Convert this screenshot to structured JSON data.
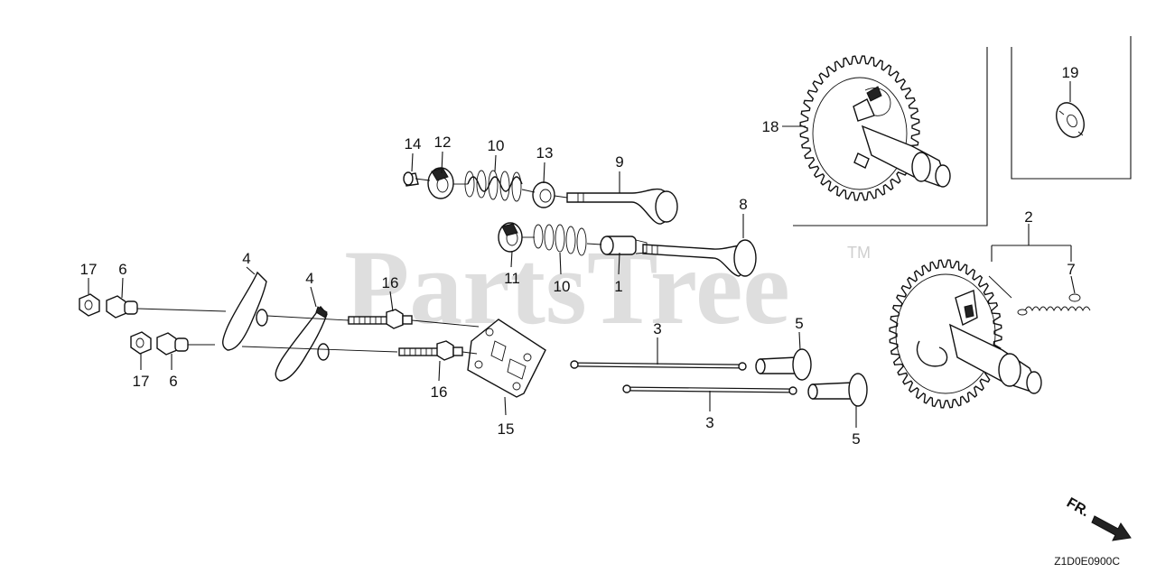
{
  "watermark": {
    "text": "PartsTree",
    "trademark": "TM"
  },
  "diagram_code": "Z1D0E0900C",
  "front_indicator": "FR.",
  "callouts": [
    {
      "id": "c14",
      "text": "14"
    },
    {
      "id": "c12",
      "text": "12"
    },
    {
      "id": "c10a",
      "text": "10"
    },
    {
      "id": "c13",
      "text": "13"
    },
    {
      "id": "c9",
      "text": "9"
    },
    {
      "id": "c8",
      "text": "8"
    },
    {
      "id": "c11",
      "text": "11"
    },
    {
      "id": "c10b",
      "text": "10"
    },
    {
      "id": "c1",
      "text": "1"
    },
    {
      "id": "c17a",
      "text": "17"
    },
    {
      "id": "c6a",
      "text": "6"
    },
    {
      "id": "c4a",
      "text": "4"
    },
    {
      "id": "c4b",
      "text": "4"
    },
    {
      "id": "c16a",
      "text": "16"
    },
    {
      "id": "c17b",
      "text": "17"
    },
    {
      "id": "c6b",
      "text": "6"
    },
    {
      "id": "c16b",
      "text": "16"
    },
    {
      "id": "c15",
      "text": "15"
    },
    {
      "id": "c3a",
      "text": "3"
    },
    {
      "id": "c3b",
      "text": "3"
    },
    {
      "id": "c5a",
      "text": "5"
    },
    {
      "id": "c5b",
      "text": "5"
    },
    {
      "id": "c18",
      "text": "18"
    },
    {
      "id": "c19",
      "text": "19"
    },
    {
      "id": "c2",
      "text": "2"
    },
    {
      "id": "c7",
      "text": "7"
    }
  ]
}
